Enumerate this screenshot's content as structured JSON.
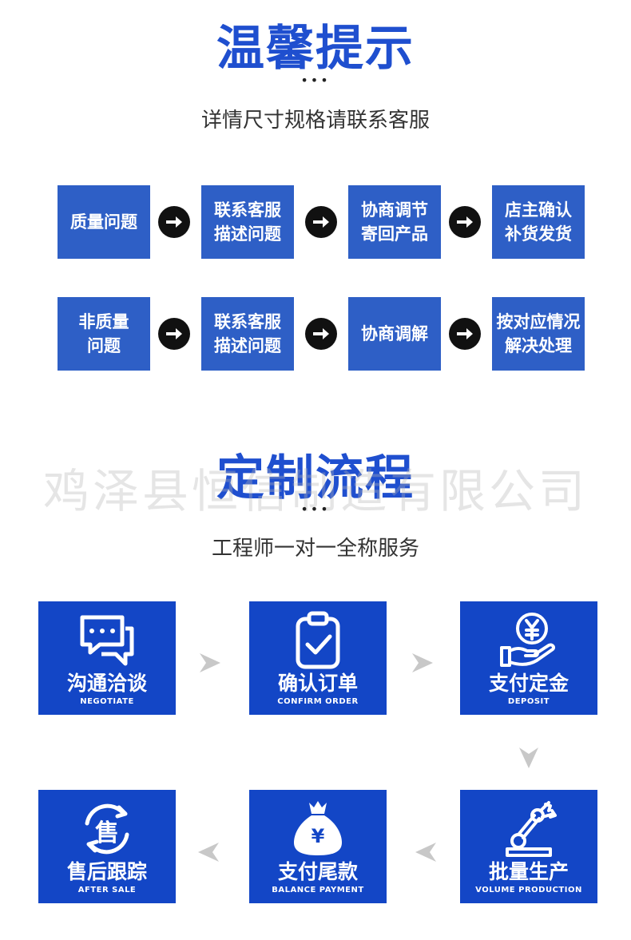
{
  "tips": {
    "title": "温馨提示",
    "dots": "•••",
    "subtitle": "详情尺寸规格请联系客服",
    "row1": [
      {
        "line1": "质量问题",
        "line2": ""
      },
      {
        "line1": "联系客服",
        "line2": "描述问题"
      },
      {
        "line1": "协商调节",
        "line2": "寄回产品"
      },
      {
        "line1": "店主确认",
        "line2": "补货发货"
      }
    ],
    "row2": [
      {
        "line1": "非质量",
        "line2": "问题"
      },
      {
        "line1": "联系客服",
        "line2": "描述问题"
      },
      {
        "line1": "协商调解",
        "line2": ""
      },
      {
        "line1": "按对应情况",
        "line2": "解决处理"
      }
    ]
  },
  "process": {
    "title": "定制流程",
    "dots": "•••",
    "subtitle": "工程师一对一全称服务",
    "watermark": "鸡泽县恒信制造有限公司",
    "steps": [
      {
        "cn": "沟通洽谈",
        "en": "NEGOTIATE",
        "icon": "chat-bubble-icon"
      },
      {
        "cn": "确认订单",
        "en": "CONFIRM ORDER",
        "icon": "clipboard-check-icon"
      },
      {
        "cn": "支付定金",
        "en": "DEPOSIT",
        "icon": "yen-coin-hand-icon"
      },
      {
        "cn": "批量生产",
        "en": "VOLUME PRODUCTION",
        "icon": "robot-arm-icon"
      },
      {
        "cn": "支付尾款",
        "en": "BALANCE PAYMENT",
        "icon": "money-bag-icon",
        "bag_symbol": "¥"
      },
      {
        "cn": "售后跟踪",
        "en": "AFTER SALE",
        "icon": "after-sale-cycle-icon",
        "symbol": "售"
      }
    ]
  },
  "colors": {
    "title_blue": "#1f4fcf",
    "step_blue": "#2e5fc6",
    "card_blue": "#1346c6",
    "arrow_black": "#111111",
    "chevron_gray": "#c8c8c8"
  }
}
